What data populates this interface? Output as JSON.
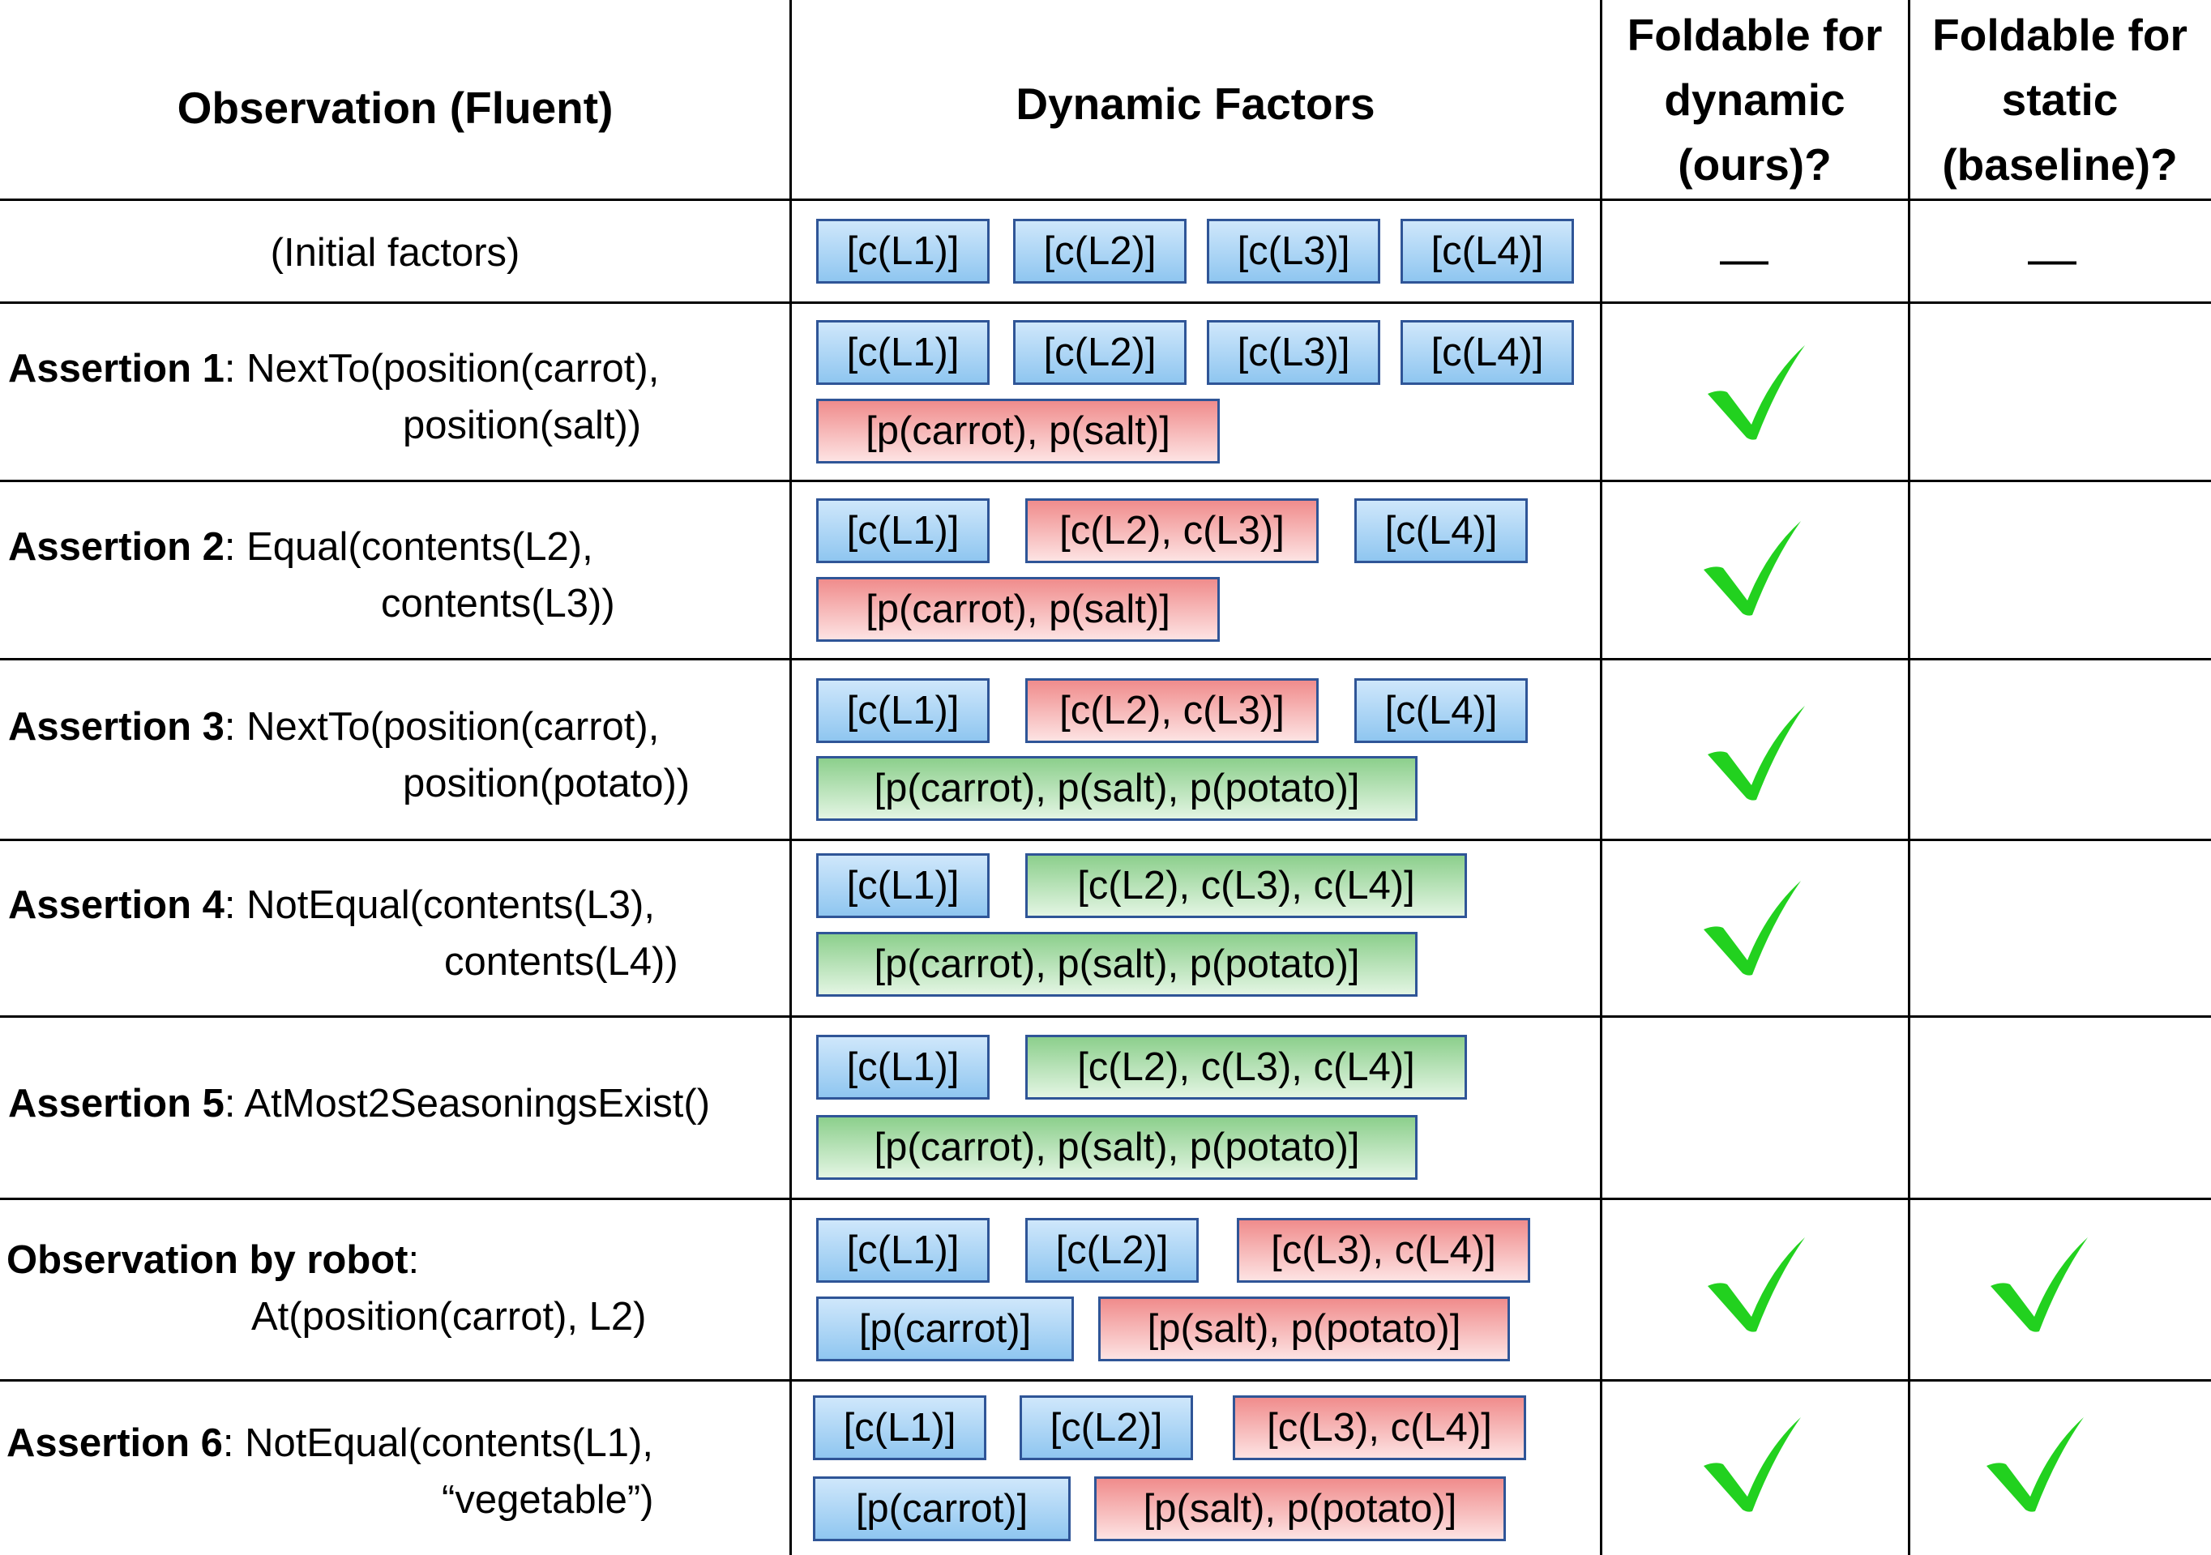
{
  "headers": {
    "observation": "Observation (Fluent)",
    "factors": "Dynamic Factors",
    "dynamic": "Foldable for\ndynamic\n(ours)?",
    "static": "Foldable for\nstatic\n(baseline)?"
  },
  "rows": [
    {
      "initial": "(Initial factors)",
      "chips": [
        {
          "text": "[c(L1)]",
          "color": "blue"
        },
        {
          "text": "[c(L2)]",
          "color": "blue"
        },
        {
          "text": "[c(L3)]",
          "color": "blue"
        },
        {
          "text": "[c(L4)]",
          "color": "blue"
        }
      ],
      "dynamic": "—",
      "static": "—"
    },
    {
      "label": "Assertion 1",
      "line1": ": NextTo(position(carrot),",
      "line2": "position(salt))",
      "chips": [
        {
          "text": "[c(L1)]",
          "color": "blue"
        },
        {
          "text": "[c(L2)]",
          "color": "blue"
        },
        {
          "text": "[c(L3)]",
          "color": "blue"
        },
        {
          "text": "[c(L4)]",
          "color": "blue"
        },
        {
          "text": "[p(carrot), p(salt)]",
          "color": "red"
        }
      ],
      "dynamic_check": true,
      "static_check": false
    },
    {
      "label": "Assertion 2",
      "line1": ": Equal(contents(L2),",
      "line2": "contents(L3))",
      "chips": [
        {
          "text": "[c(L1)]",
          "color": "blue"
        },
        {
          "text": "[c(L2), c(L3)]",
          "color": "red"
        },
        {
          "text": "[c(L4)]",
          "color": "blue"
        },
        {
          "text": "[p(carrot), p(salt)]",
          "color": "red"
        }
      ],
      "dynamic_check": true,
      "static_check": false
    },
    {
      "label": "Assertion 3",
      "line1": ": NextTo(position(carrot),",
      "line2": "position(potato))",
      "chips": [
        {
          "text": "[c(L1)]",
          "color": "blue"
        },
        {
          "text": "[c(L2), c(L3)]",
          "color": "red"
        },
        {
          "text": "[c(L4)]",
          "color": "blue"
        },
        {
          "text": "[p(carrot), p(salt), p(potato)]",
          "color": "green"
        }
      ],
      "dynamic_check": true,
      "static_check": false
    },
    {
      "label": "Assertion 4",
      "line1": ": NotEqual(contents(L3),",
      "line2": "contents(L4))",
      "chips": [
        {
          "text": "[c(L1)]",
          "color": "blue"
        },
        {
          "text": "[c(L2), c(L3), c(L4)]",
          "color": "green"
        },
        {
          "text": "[p(carrot), p(salt), p(potato)]",
          "color": "green"
        }
      ],
      "dynamic_check": true,
      "static_check": false
    },
    {
      "label": "Assertion 5",
      "line1": ": AtMost2SeasoningsExist()",
      "line2": "",
      "chips": [
        {
          "text": "[c(L1)]",
          "color": "blue"
        },
        {
          "text": "[c(L2), c(L3), c(L4)]",
          "color": "green"
        },
        {
          "text": "[p(carrot), p(salt), p(potato)]",
          "color": "green"
        }
      ],
      "dynamic_check": false,
      "static_check": false
    },
    {
      "label": "Observation by robot",
      "line1": ":",
      "line2": "At(position(carrot), L2)",
      "chips": [
        {
          "text": "[c(L1)]",
          "color": "blue"
        },
        {
          "text": "[c(L2)]",
          "color": "blue"
        },
        {
          "text": "[c(L3), c(L4)]",
          "color": "red"
        },
        {
          "text": "[p(carrot)]",
          "color": "blue"
        },
        {
          "text": "[p(salt), p(potato)]",
          "color": "red"
        }
      ],
      "dynamic_check": true,
      "static_check": true
    },
    {
      "label": "Assertion 6",
      "line1": ": NotEqual(contents(L1),",
      "line2": "“vegetable”)",
      "chips": [
        {
          "text": "[c(L1)]",
          "color": "blue"
        },
        {
          "text": "[c(L2)]",
          "color": "blue"
        },
        {
          "text": "[c(L3), c(L4)]",
          "color": "red"
        },
        {
          "text": "[p(carrot)]",
          "color": "blue"
        },
        {
          "text": "[p(salt), p(potato)]",
          "color": "red"
        }
      ],
      "dynamic_check": true,
      "static_check": true
    }
  ],
  "colors": {
    "check": "#22d11f",
    "blue_border": "#2f5597"
  }
}
